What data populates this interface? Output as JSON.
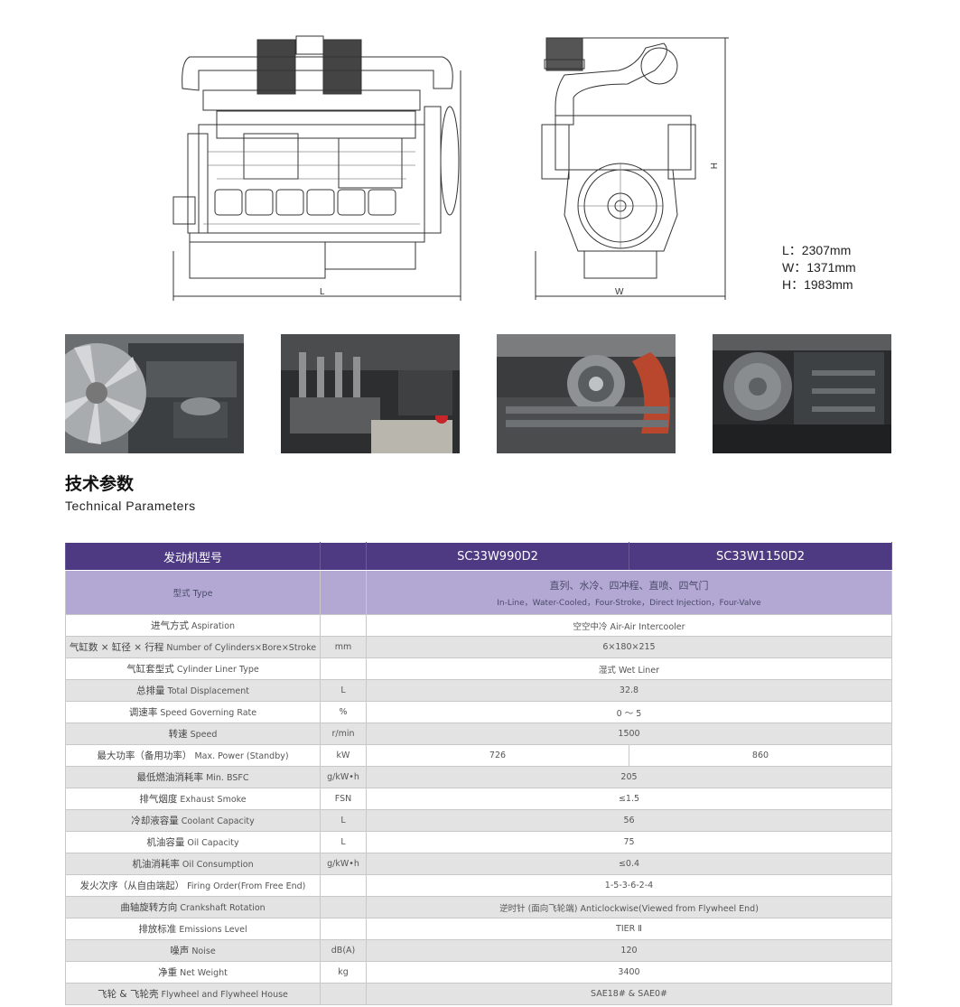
{
  "drawings": {
    "side_label": "L",
    "front_label": "W",
    "height_label": "H"
  },
  "dimensions": {
    "length": "L：2307mm",
    "width": "W：1371mm",
    "height": "H：1983mm"
  },
  "section": {
    "title_cn": "技术参数",
    "title_en": "Technical Parameters"
  },
  "table": {
    "header": {
      "label": "发动机型号",
      "models": [
        "SC33W990D2",
        "SC33W1150D2"
      ]
    },
    "type_row": {
      "name": "型式 Type",
      "value_cn": "直列、水冷、四冲程、直喷、四气门",
      "value_en": "In-Line，Water-Cooled，Four-Stroke，Direct Injection，Four-Valve"
    },
    "rows": [
      {
        "name_cn": "进气方式",
        "name_en": "Aspiration",
        "unit": "",
        "value": "空空中冷 Air-Air Intercooler"
      },
      {
        "name_cn": "气缸数 × 缸径 × 行程",
        "name_en": "Number of Cylinders×Bore×Stroke",
        "unit": "mm",
        "value": "6×180×215"
      },
      {
        "name_cn": "气缸套型式",
        "name_en": "Cylinder Liner Type",
        "unit": "",
        "value": "湿式 Wet Liner"
      },
      {
        "name_cn": "总排量",
        "name_en": "Total Displacement",
        "unit": "L",
        "value": "32.8"
      },
      {
        "name_cn": "调速率",
        "name_en": "Speed Governing Rate",
        "unit": "%",
        "value": "0 ～ 5"
      },
      {
        "name_cn": "转速",
        "name_en": "Speed",
        "unit": "r/min",
        "value": "1500"
      },
      {
        "name_cn": "最大功率（备用功率）",
        "name_en": "Max. Power (Standby)",
        "unit": "kW",
        "values": [
          "726",
          "860"
        ]
      },
      {
        "name_cn": "最低燃油消耗率",
        "name_en": "Min. BSFC",
        "unit": "g/kW•h",
        "value": "205"
      },
      {
        "name_cn": "排气烟度",
        "name_en": "Exhaust Smoke",
        "unit": "FSN",
        "value": "≤1.5"
      },
      {
        "name_cn": "冷却液容量",
        "name_en": " Coolant Capacity",
        "unit": "L",
        "value": "56"
      },
      {
        "name_cn": "机油容量",
        "name_en": "Oil Capacity",
        "unit": "L",
        "value": "75"
      },
      {
        "name_cn": "机油消耗率",
        "name_en": "Oil Consumption",
        "unit": "g/kW•h",
        "value": "≤0.4"
      },
      {
        "name_cn": "发火次序（从自由端起）",
        "name_en": "Firing Order(From Free End)",
        "unit": "",
        "value": "1-5-3-6-2-4"
      },
      {
        "name_cn": "曲轴旋转方向",
        "name_en": "Crankshaft Rotation",
        "unit": "",
        "value": "逆时针 (面向飞轮端) Anticlockwise(Viewed from Flywheel End)"
      },
      {
        "name_cn": "排放标准",
        "name_en": "Emissions Level",
        "unit": "",
        "value": "TIER  Ⅱ"
      },
      {
        "name_cn": "噪声",
        "name_en": "Noise",
        "unit": "dB(A)",
        "value": "120"
      },
      {
        "name_cn": "净重",
        "name_en": "Net Weight",
        "unit": "kg",
        "value": "3400"
      },
      {
        "name_cn": "飞轮 & 飞轮壳",
        "name_en": "Flywheel and Flywheel House",
        "unit": "",
        "value": "SAE18# & SAE0#"
      }
    ]
  }
}
